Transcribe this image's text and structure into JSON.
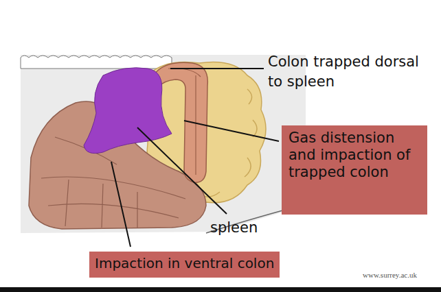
{
  "diagram": {
    "nodes": [
      {
        "text": [
          "Gas distension and impaction of trapped colon"
        ]
      },
      {
        "text": [
          "Impaction in ventral colon"
        ]
      }
    ],
    "labels": [
      "Colon trapped dorsal to spleen",
      "spleen",
      "www.surrey.ac.uk"
    ]
  }
}
